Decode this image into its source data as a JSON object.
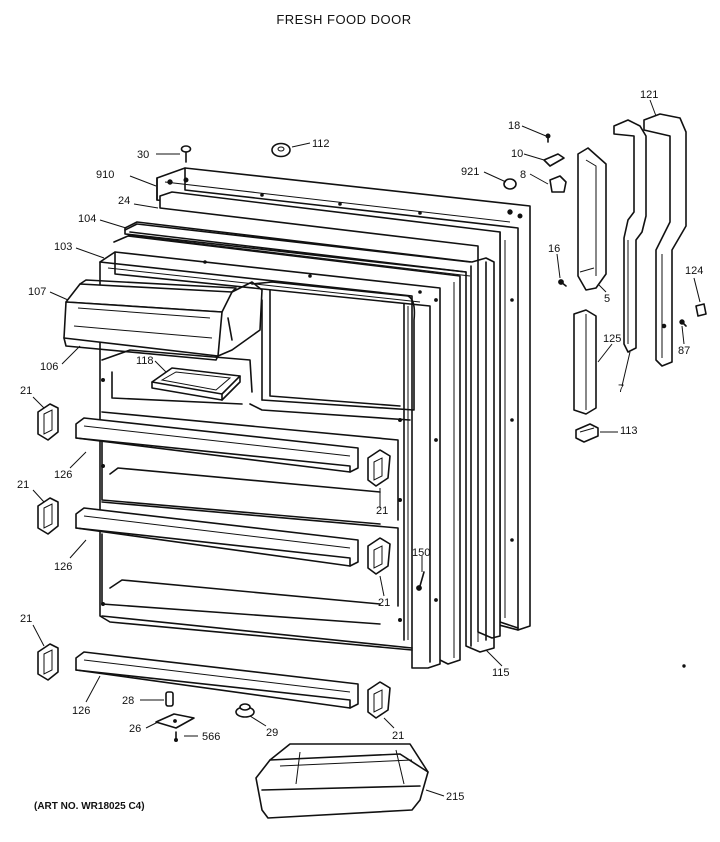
{
  "title": "FRESH FOOD DOOR",
  "art_no": "(ART NO. WR18025 C4)",
  "labels": {
    "p30": "30",
    "p112": "112",
    "p910": "910",
    "p24": "24",
    "p104": "104",
    "p103": "103",
    "p107": "107",
    "p106": "106",
    "p118": "118",
    "p21a": "21",
    "p21b": "21",
    "p21c": "21",
    "p21d": "21",
    "p21e": "21",
    "p21f": "21",
    "p126a": "126",
    "p126b": "126",
    "p126c": "126",
    "p18": "18",
    "p10": "10",
    "p8": "8",
    "p921": "921",
    "p16": "16",
    "p5": "5",
    "p121": "121",
    "p124": "124",
    "p87": "87",
    "p125": "125",
    "p7": "7",
    "p113": "113",
    "p150": "150",
    "p115": "115",
    "p28": "28",
    "p26": "26",
    "p566": "566",
    "p29": "29",
    "p215": "215"
  }
}
